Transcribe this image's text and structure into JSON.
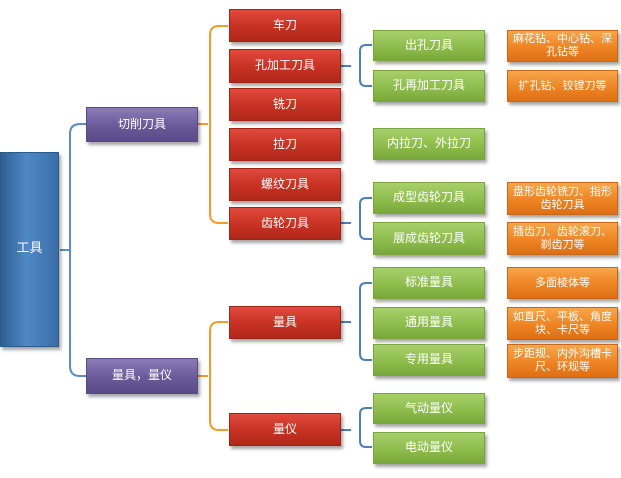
{
  "colors": {
    "root": "#3b6fa6",
    "level1": "#7060a0",
    "level2": "#c8321f",
    "level3": "#8fbc4e",
    "level4": "#ee8424",
    "bracket_blue": "#5b8cc4",
    "bracket_orange": "#f59a2a",
    "bracket_blue_dark": "#4d7fbc"
  },
  "nodes": {
    "root": "工具",
    "cutting_tools": "切削刀具",
    "measuring": "量具，量仪",
    "turning_tool": "车刀",
    "hole_tools": "孔加工刀具",
    "milling_cutter": "铣刀",
    "broach": "拉刀",
    "thread_tools": "螺纹刀具",
    "gear_tools": "齿轮刀具",
    "hole_making": "出孔刀具",
    "hole_remaking": "孔再加工刀具",
    "broach_types": "内拉刀、外拉刀",
    "form_gear": "成型齿轮刀具",
    "generating_gear": "展成齿轮刀具",
    "drills": "麻花钻、中心钻、深孔钻等",
    "reamers": "扩孔钻、铰镗刀等",
    "disk_gear": "盘形齿轮铣刀、指形齿轮刀具",
    "gear_shaper": "插齿刀、齿轮滚刀、剃齿刀等",
    "gauges": "量具",
    "instruments": "量仪",
    "standard_gauges": "标准量具",
    "general_gauges": "通用量具",
    "special_gauges": "专用量具",
    "pneumatic": "气动量仪",
    "electric": "电动量仪",
    "polygon": "多面棱体等",
    "ruler": "如直尺、平板、角度块、卡尺等",
    "step_gauge": "步距规、内外沟槽卡尺、环规等"
  }
}
